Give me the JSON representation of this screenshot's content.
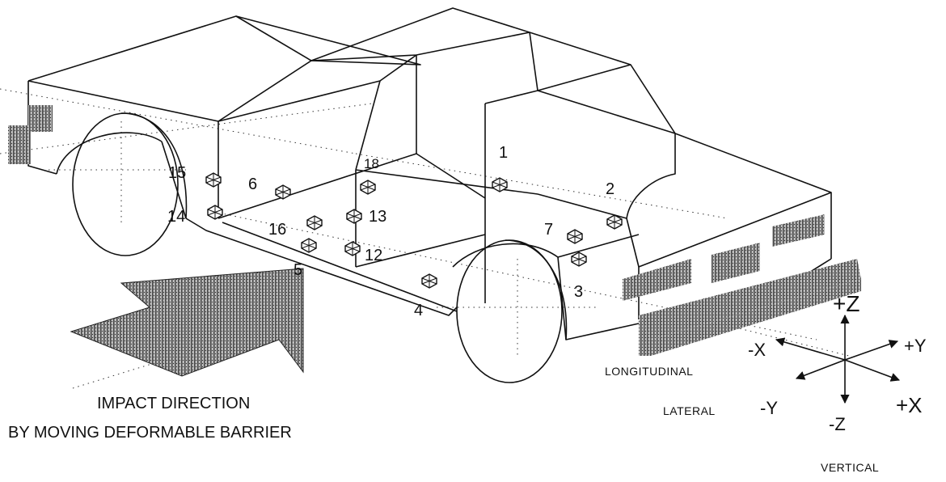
{
  "sensor_labels": [
    "1",
    "2",
    "3",
    "4",
    "5",
    "6",
    "7",
    "12",
    "13",
    "14",
    "15",
    "16",
    "18"
  ],
  "caption": {
    "line1": "IMPACT DIRECTION",
    "line2": "BY MOVING DEFORMABLE BARRIER"
  },
  "axes": {
    "plus_z": "+Z",
    "minus_z": "-Z",
    "plus_y": "+Y",
    "minus_y": "-Y",
    "plus_x": "+X",
    "minus_x": "-X",
    "longitudinal": "LONGITUDINAL",
    "lateral": "LATERAL",
    "vertical": "VERTICAL"
  },
  "colors": {
    "ink": "#111111",
    "paper": "#ffffff",
    "shade": "#8a8a8a"
  }
}
